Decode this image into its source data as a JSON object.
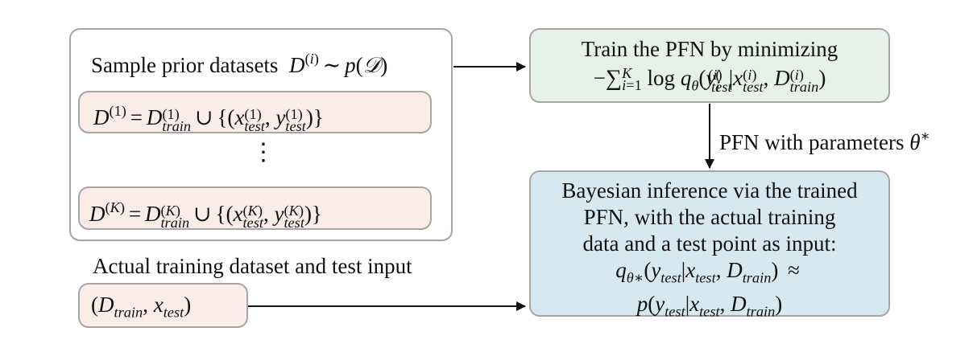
{
  "left_panel": {
    "title": "Sample prior datasets",
    "title_math": "D(i) ∼ p(𝒟)",
    "dataset_1": "D(1) = D(1)train ∪ {(x(1)test, y(1)test)}",
    "ellipsis": "⋮",
    "dataset_K": "D(K) = D(K)train ∪ {(x(K)test, y(K)test)}"
  },
  "actual_data": {
    "label": "Actual training dataset and test input",
    "input": "(Dtrain, xtest)"
  },
  "train_box": {
    "line1": "Train the PFN by minimizing",
    "line2": "−∑i=1..K log qθ(y(i)test | x(i)test, D(i)train)"
  },
  "edge_label": {
    "text": "PFN with parameters",
    "symbol": "θ*"
  },
  "inference_box": {
    "line1": "Bayesian inference via the trained",
    "line2": "PFN, with the actual training",
    "line3": "data and a test point as input:",
    "line4": "qθ*(ytest | xtest, Dtrain) ≈",
    "line5": "p(ytest | xtest, Dtrain)"
  },
  "colors": {
    "border": "#a6a6a6",
    "dataset_fill": "#fbece7",
    "train_fill": "#e6f1ea",
    "inference_fill": "#d6e9f2",
    "arrow": "#111111"
  }
}
